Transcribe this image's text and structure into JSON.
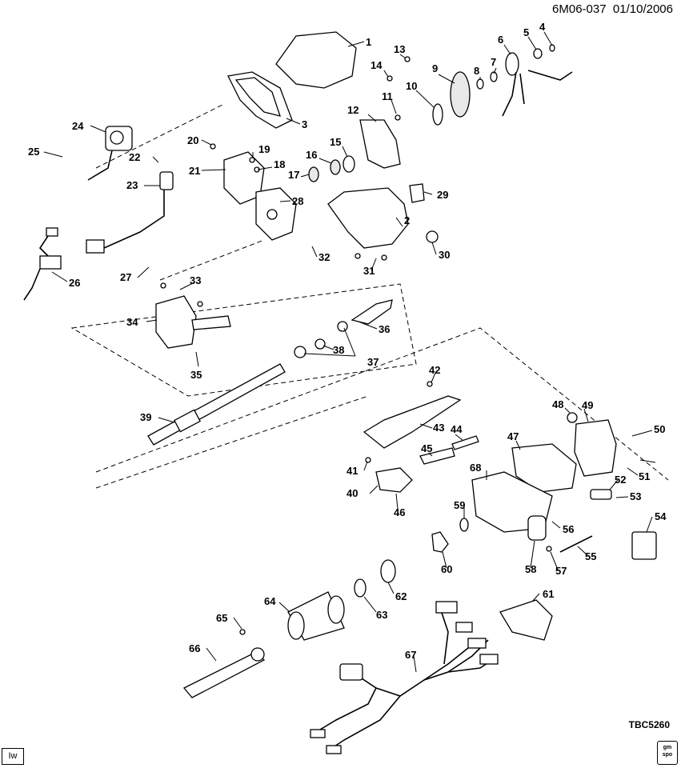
{
  "header": {
    "ref": "6M06-037",
    "date": "01/10/2006"
  },
  "footer": {
    "code": "TBC5260",
    "iw_label": "Iw",
    "logo_text": "gm spo"
  },
  "callouts": [
    "1",
    "2",
    "3",
    "4",
    "5",
    "6",
    "7",
    "8",
    "9",
    "10",
    "11",
    "12",
    "13",
    "14",
    "15",
    "16",
    "17",
    "18",
    "19",
    "20",
    "21",
    "22",
    "23",
    "24",
    "25",
    "26",
    "27",
    "28",
    "29",
    "30",
    "31",
    "32",
    "33",
    "34",
    "35",
    "36",
    "37",
    "38",
    "39",
    "40",
    "41",
    "42",
    "43",
    "44",
    "45",
    "46",
    "47",
    "48",
    "49",
    "50",
    "51",
    "52",
    "53",
    "54",
    "55",
    "56",
    "57",
    "58",
    "59",
    "60",
    "61",
    "62",
    "63",
    "64",
    "65",
    "66",
    "67",
    "68"
  ]
}
